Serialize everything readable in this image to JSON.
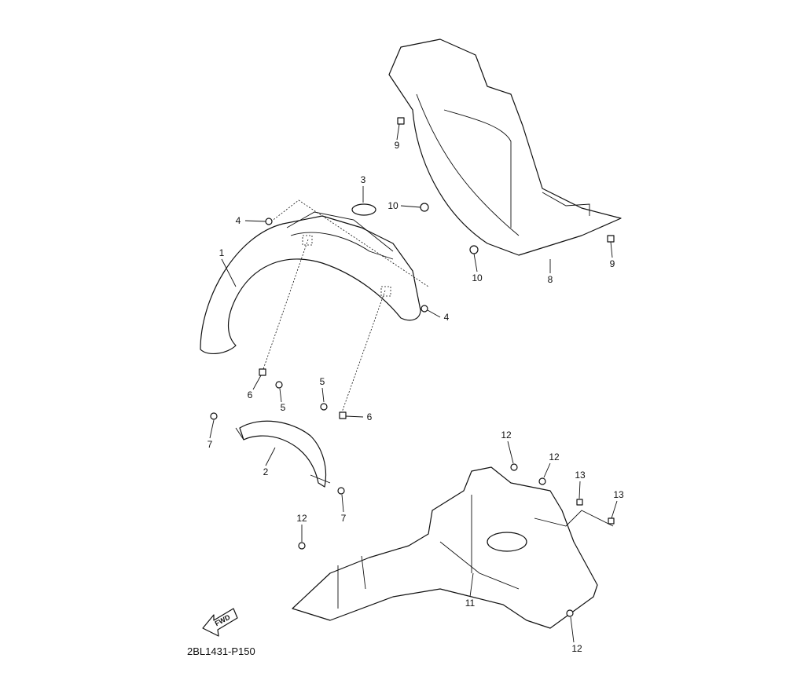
{
  "diagram_code": "2BL1431-P150",
  "fwd_label": "FWD",
  "callouts": [
    {
      "id": "c1",
      "text": "1",
      "part": "front-fender"
    },
    {
      "id": "c2",
      "text": "2",
      "part": "fender-rear-piece"
    },
    {
      "id": "c3",
      "text": "3",
      "part": "cap"
    },
    {
      "id": "c4a",
      "text": "4",
      "part": "screw"
    },
    {
      "id": "c4b",
      "text": "4",
      "part": "screw"
    },
    {
      "id": "c5a",
      "text": "5",
      "part": "bolt"
    },
    {
      "id": "c5b",
      "text": "5",
      "part": "bolt"
    },
    {
      "id": "c6a",
      "text": "6",
      "part": "nut"
    },
    {
      "id": "c6b",
      "text": "6",
      "part": "nut"
    },
    {
      "id": "c7a",
      "text": "7",
      "part": "bolt"
    },
    {
      "id": "c7b",
      "text": "7",
      "part": "bolt"
    },
    {
      "id": "c8",
      "text": "8",
      "part": "inner-panel"
    },
    {
      "id": "c9a",
      "text": "9",
      "part": "nut"
    },
    {
      "id": "c9b",
      "text": "9",
      "part": "nut"
    },
    {
      "id": "c10a",
      "text": "10",
      "part": "screw"
    },
    {
      "id": "c10b",
      "text": "10",
      "part": "screw"
    },
    {
      "id": "c11",
      "text": "11",
      "part": "rear-fender"
    },
    {
      "id": "c12a",
      "text": "12",
      "part": "bolt"
    },
    {
      "id": "c12b",
      "text": "12",
      "part": "bolt"
    },
    {
      "id": "c12c",
      "text": "12",
      "part": "bolt"
    },
    {
      "id": "c12d",
      "text": "12",
      "part": "bolt"
    },
    {
      "id": "c13a",
      "text": "13",
      "part": "nut"
    },
    {
      "id": "c13b",
      "text": "13",
      "part": "nut"
    }
  ]
}
